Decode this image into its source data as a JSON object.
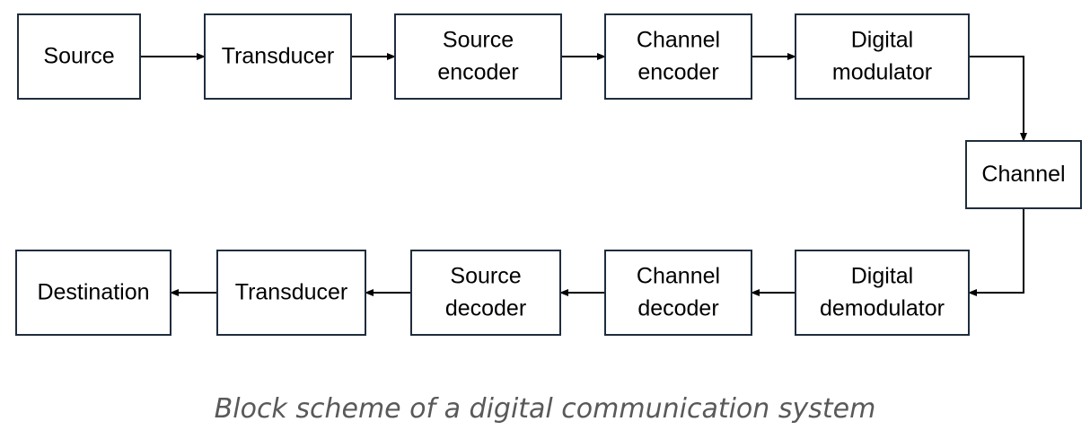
{
  "blocks": [
    {
      "id": "source",
      "lines": [
        "Source"
      ]
    },
    {
      "id": "transducer-tx",
      "lines": [
        "Transducer"
      ]
    },
    {
      "id": "source-encoder",
      "lines": [
        "Source",
        "encoder"
      ]
    },
    {
      "id": "channel-encoder",
      "lines": [
        "Channel",
        "encoder"
      ]
    },
    {
      "id": "digital-modulator",
      "lines": [
        "Digital",
        "modulator"
      ]
    },
    {
      "id": "channel",
      "lines": [
        "Channel"
      ]
    },
    {
      "id": "digital-demodulator",
      "lines": [
        "Digital",
        "demodulator"
      ]
    },
    {
      "id": "channel-decoder",
      "lines": [
        "Channel",
        "decoder"
      ]
    },
    {
      "id": "source-decoder",
      "lines": [
        "Source",
        "decoder"
      ]
    },
    {
      "id": "transducer-rx",
      "lines": [
        "Transducer"
      ]
    },
    {
      "id": "destination",
      "lines": [
        "Destination"
      ]
    }
  ],
  "edges": [
    [
      "source",
      "transducer-tx"
    ],
    [
      "transducer-tx",
      "source-encoder"
    ],
    [
      "source-encoder",
      "channel-encoder"
    ],
    [
      "channel-encoder",
      "digital-modulator"
    ],
    [
      "digital-modulator",
      "channel"
    ],
    [
      "channel",
      "digital-demodulator"
    ],
    [
      "digital-demodulator",
      "channel-decoder"
    ],
    [
      "channel-decoder",
      "source-decoder"
    ],
    [
      "source-decoder",
      "transducer-rx"
    ],
    [
      "transducer-rx",
      "destination"
    ]
  ],
  "caption": "Block scheme of a digital communication system",
  "colors": {
    "box_stroke": "#1f2d3d",
    "arrow": "#000000",
    "caption": "#595959"
  }
}
